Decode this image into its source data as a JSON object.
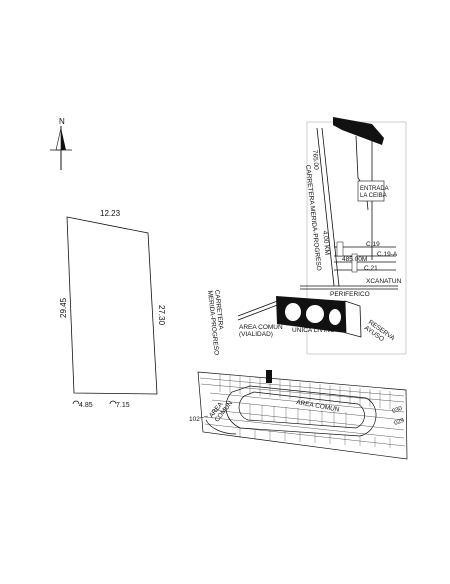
{
  "north_arrow": {
    "label": "N"
  },
  "lot_plan": {
    "top_side": "12.23",
    "left_side": "29.45",
    "right_side": "27.30",
    "bottom_labels": [
      "4.85",
      "7.15"
    ]
  },
  "location_map": {
    "distance_top": "765.00",
    "road_main": "CARRETERA MERIDA-PROGRESO",
    "km_label": "4.00 KM",
    "entrance": "ENTRADA\nLA CEIBA",
    "street_c19": "C.19",
    "street_c19a": "C.19-A",
    "street_c21": "C.21",
    "distance_mid": "485.00M",
    "place_xcanatun": "XCANATUN",
    "periferico": "PERIFERICO",
    "road_left": "CARRETERA\nMERIDA-PROGRESO",
    "common_area_road": "AREA COMUN\n(VIALIDAD)",
    "development": "UNICA LIVING",
    "reserve": "RESERVA\nAYUSO"
  },
  "subdivision": {
    "common_area_left": "AREA\nCOMUN",
    "common_area_center": "AREA COMUN",
    "lot_102": "102",
    "lot_right_1": "030",
    "lot_right_2": "029"
  },
  "colors": {
    "ink": "#111111",
    "paper": "#ffffff"
  }
}
